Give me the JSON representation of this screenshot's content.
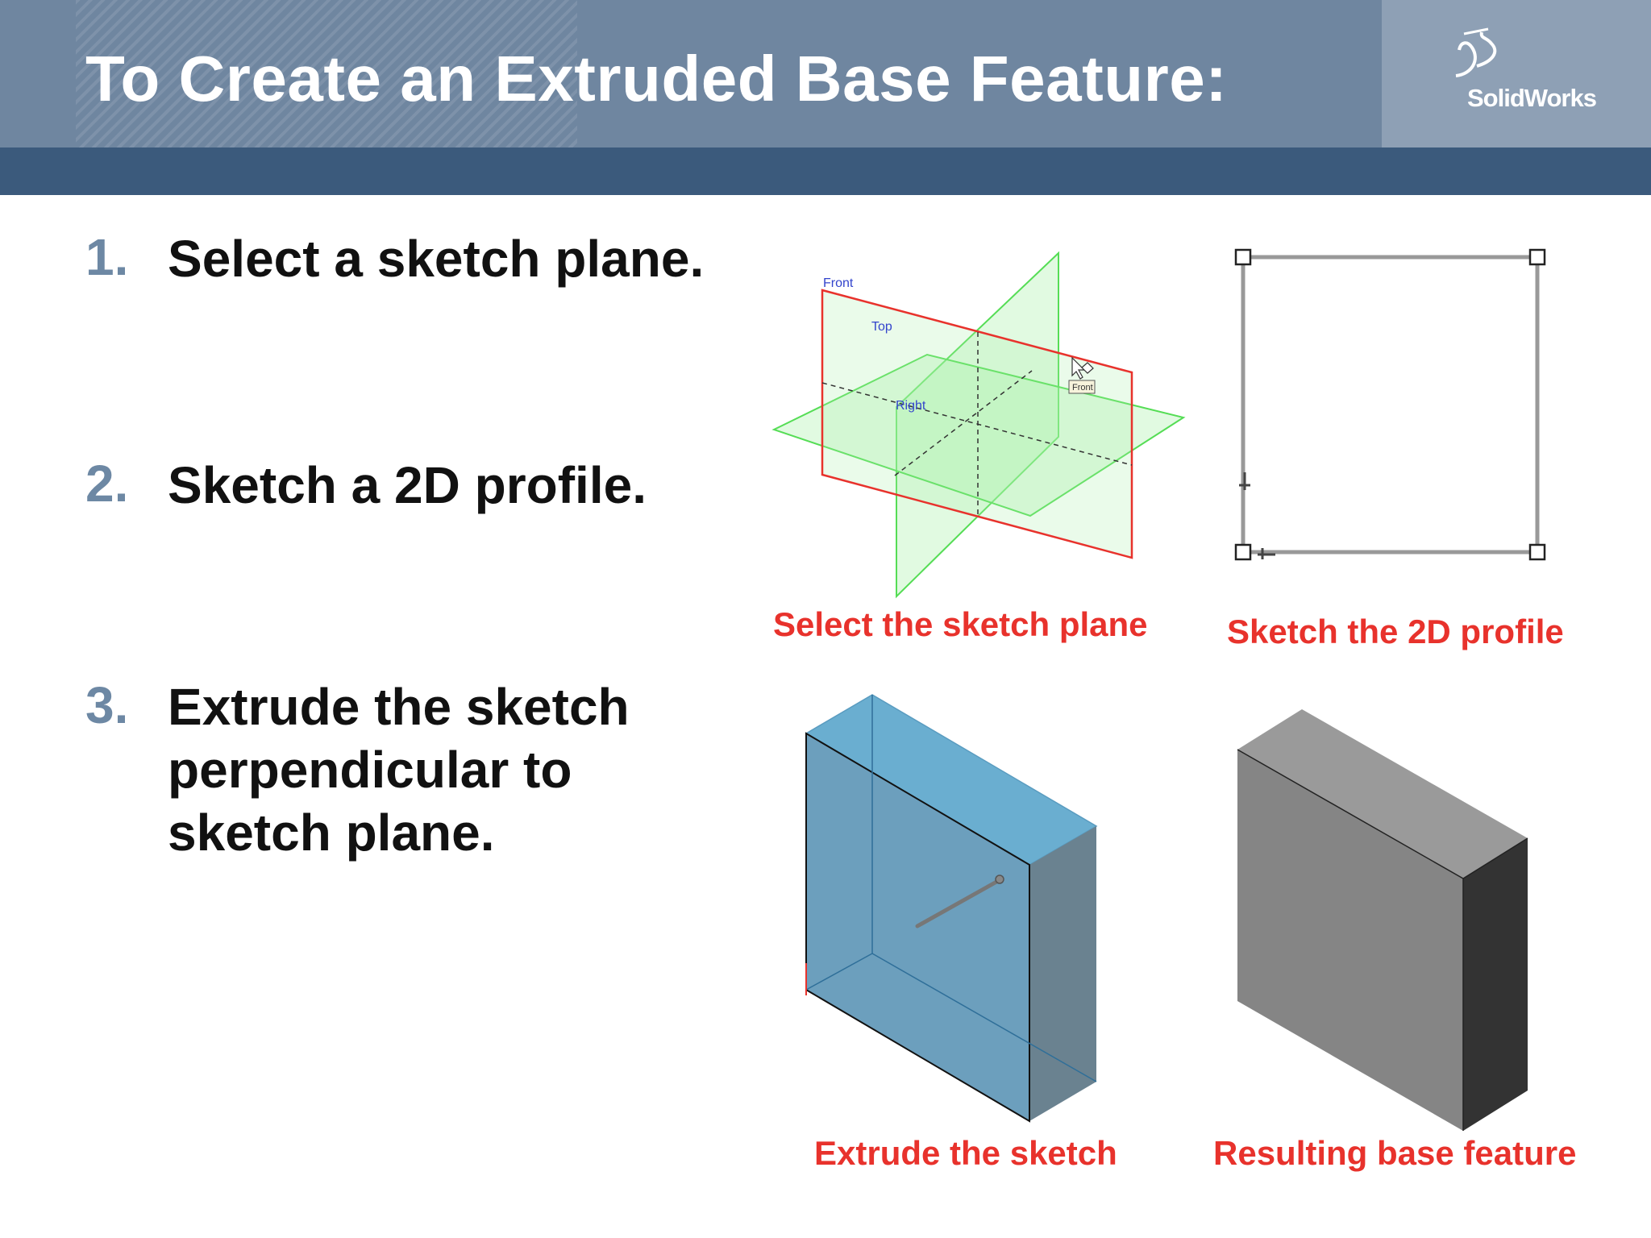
{
  "title": "To Create an Extruded Base Feature:",
  "logo": {
    "text": "SolidWorks",
    "mark": "DS",
    "icon": "solidworks-logo"
  },
  "steps": [
    {
      "number": "1.",
      "lines": [
        "Select a sketch plane."
      ]
    },
    {
      "number": "2.",
      "lines": [
        "Sketch a 2D profile."
      ]
    },
    {
      "number": "3.",
      "lines": [
        "Extrude the sketch",
        "perpendicular to",
        "sketch plane."
      ]
    }
  ],
  "figures": {
    "sketch_plane": {
      "caption": "Select the sketch plane",
      "plane_labels": {
        "front": "Front",
        "top": "Top",
        "right": "Right"
      },
      "tooltip": "Front"
    },
    "profile": {
      "caption": "Sketch the 2D profile"
    },
    "extrude": {
      "caption": "Extrude the sketch"
    },
    "result": {
      "caption": "Resulting base feature"
    }
  },
  "colors": {
    "header": "#6f86a0",
    "header_bar": "#3b5a7c",
    "step_number": "#6d88a4",
    "caption": "#e8322c",
    "selected_plane": "#e8322c",
    "plane_fill": "#b8f0b8"
  }
}
